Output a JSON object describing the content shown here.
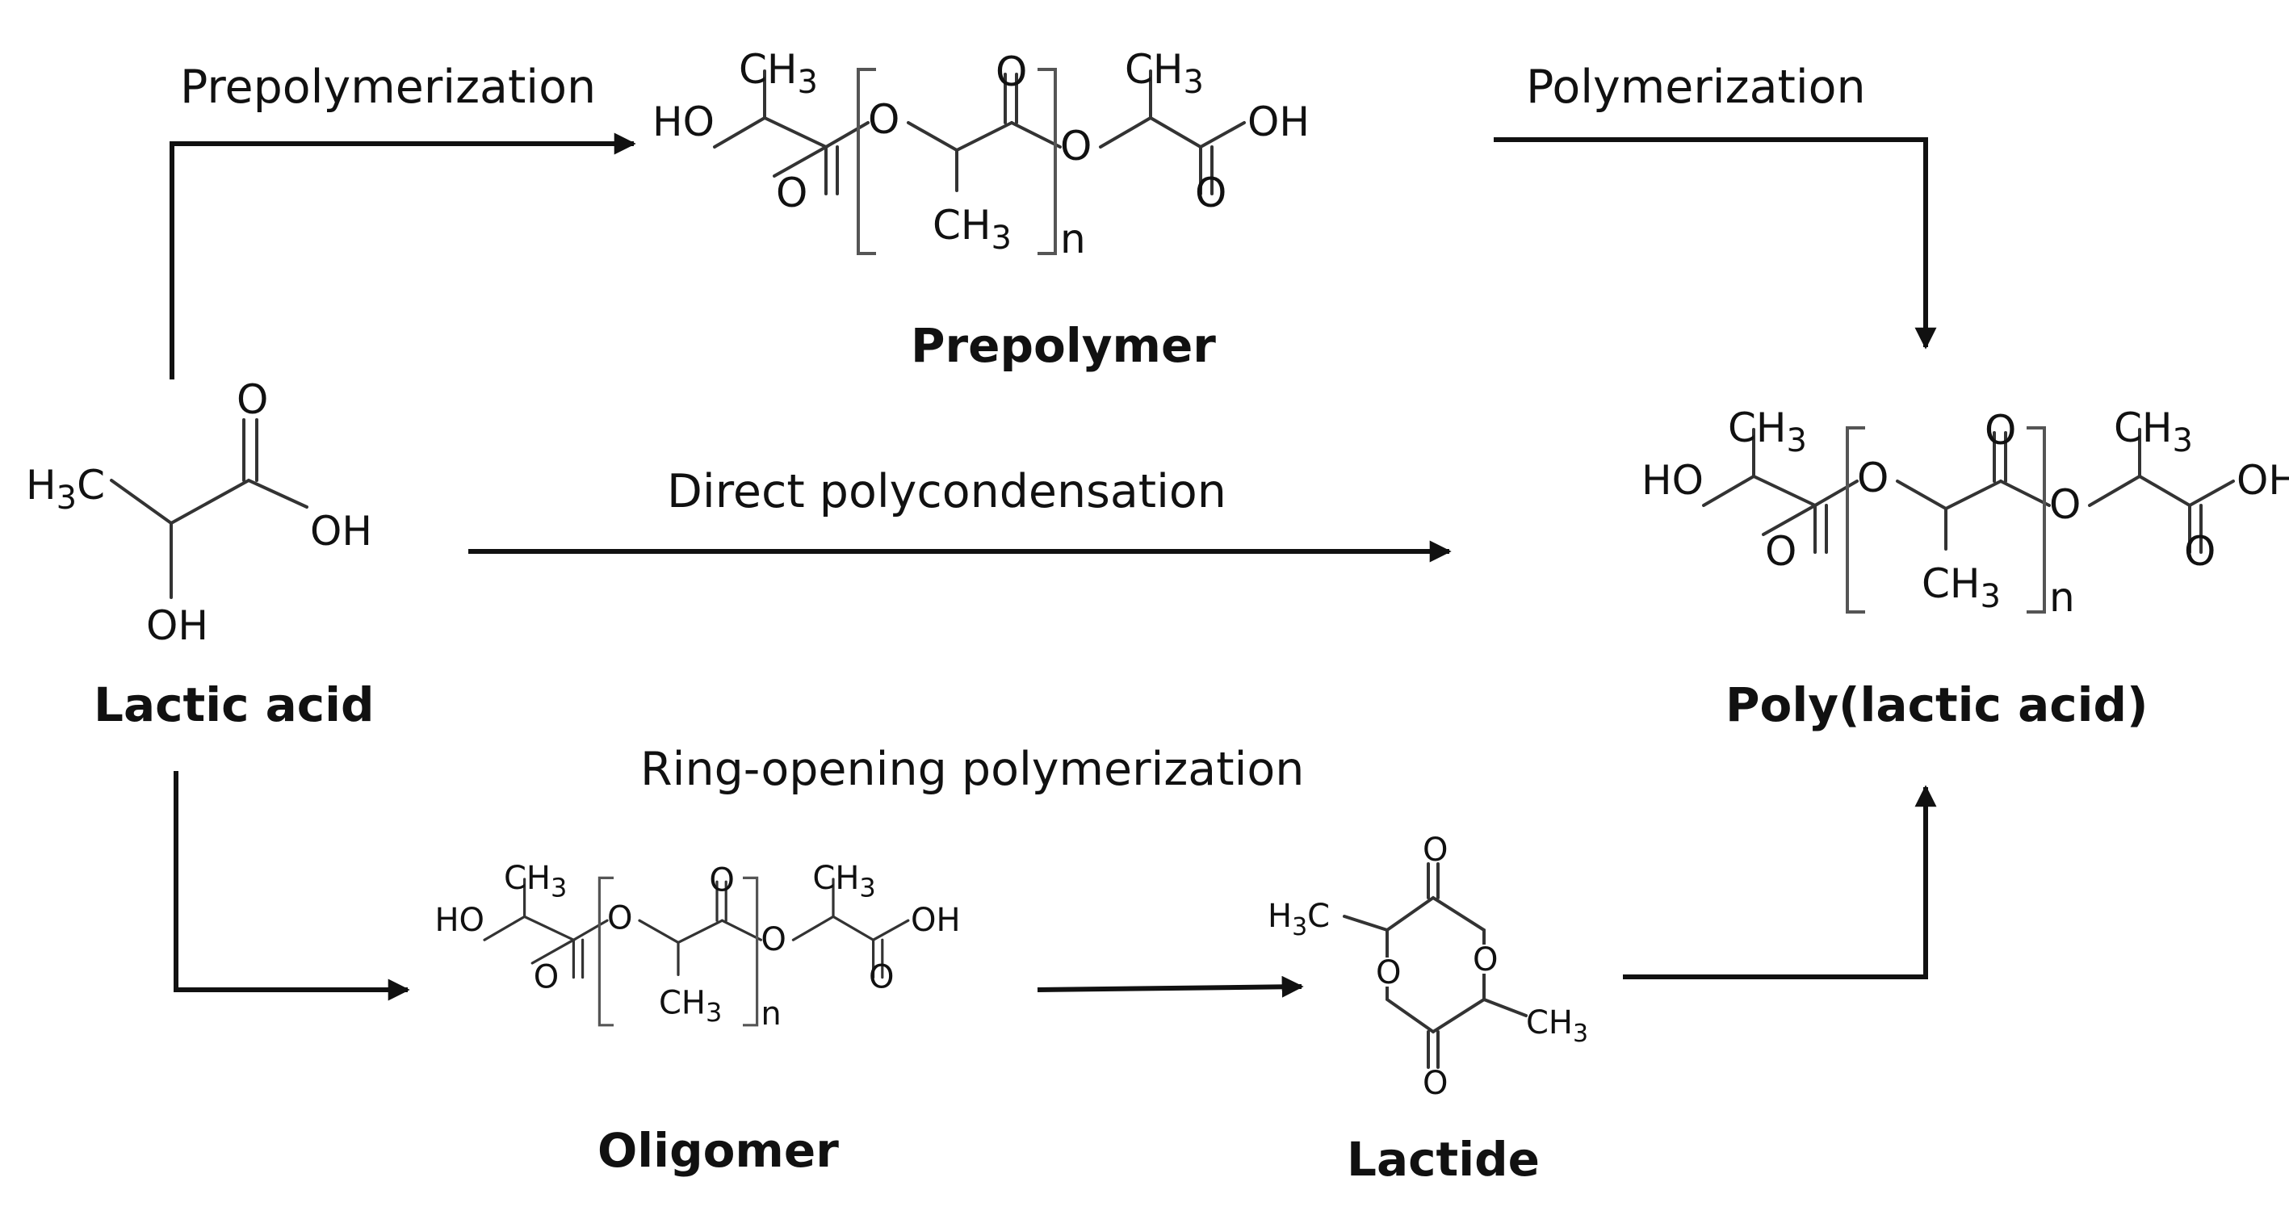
{
  "labels": {
    "prepolymerization": "Prepolymerization",
    "polymerization": "Polymerization",
    "direct_polycondensation": "Direct polycondensation",
    "ring_opening": "Ring-opening polymerization"
  },
  "compounds": {
    "lactic_acid": "Lactic acid",
    "prepolymer": "Prepolymer",
    "pla": "Poly(lactic acid)",
    "oligomer": "Oligomer",
    "lactide": "Lactide"
  },
  "atoms": {
    "ch3": "CH",
    "h3c": "H",
    "c": "C",
    "sub3": "3",
    "oh": "OH",
    "ho": "HO",
    "o": "O",
    "n": "n"
  }
}
